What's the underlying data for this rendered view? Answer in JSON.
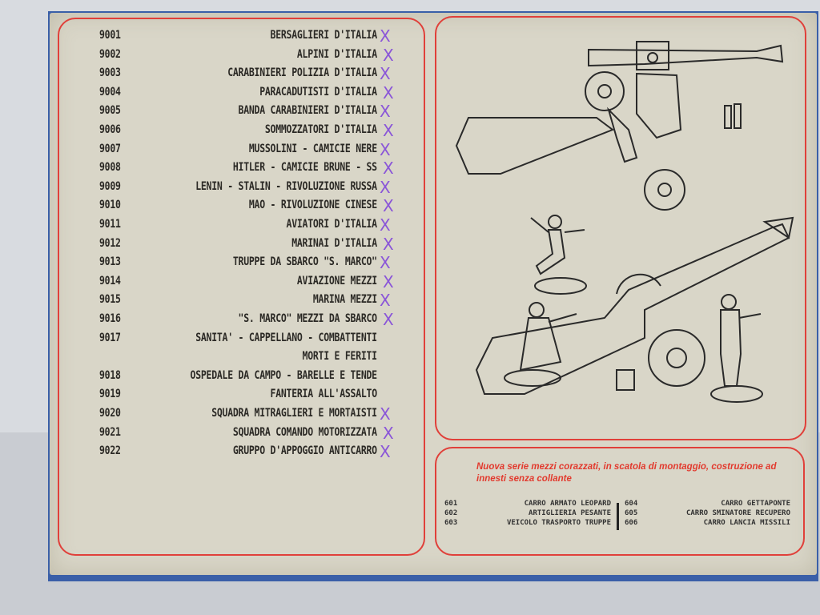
{
  "catalog": [
    {
      "code": "9001",
      "title": "BERSAGLIERI D'ITALIA",
      "marked": true
    },
    {
      "code": "9002",
      "title": "ALPINI D'ITALIA",
      "marked": true
    },
    {
      "code": "9003",
      "title": "CARABINIERI POLIZIA D'ITALIA",
      "marked": true
    },
    {
      "code": "9004",
      "title": "PARACADUTISTI D'ITALIA",
      "marked": true
    },
    {
      "code": "9005",
      "title": "BANDA CARABINIERI D'ITALIA",
      "marked": true
    },
    {
      "code": "9006",
      "title": "SOMMOZZATORI D'ITALIA",
      "marked": true
    },
    {
      "code": "9007",
      "title": "MUSSOLINI - CAMICIE NERE",
      "marked": true
    },
    {
      "code": "9008",
      "title": "HITLER - CAMICIE BRUNE - SS",
      "marked": true
    },
    {
      "code": "9009",
      "title": "LENIN - STALIN - RIVOLUZIONE RUSSA",
      "marked": true
    },
    {
      "code": "9010",
      "title": "MAO - RIVOLUZIONE CINESE",
      "marked": true
    },
    {
      "code": "9011",
      "title": "AVIATORI D'ITALIA",
      "marked": true
    },
    {
      "code": "9012",
      "title": "MARINAI D'ITALIA",
      "marked": true
    },
    {
      "code": "9013",
      "title": "TRUPPE DA SBARCO \"S. MARCO\"",
      "marked": true
    },
    {
      "code": "9014",
      "title": "AVIAZIONE MEZZI",
      "marked": true
    },
    {
      "code": "9015",
      "title": "MARINA MEZZI",
      "marked": true
    },
    {
      "code": "9016",
      "title": "\"S. MARCO\" MEZZI DA SBARCO",
      "marked": true
    },
    {
      "code": "9017",
      "title": "SANITA' - CAPPELLANO - COMBATTENTI",
      "marked": false
    },
    {
      "code": "",
      "title": "MORTI E FERITI",
      "marked": false
    },
    {
      "code": "9018",
      "title": "OSPEDALE DA CAMPO - BARELLE E TENDE",
      "marked": false
    },
    {
      "code": "9019",
      "title": "FANTERIA ALL'ASSALTO",
      "marked": false
    },
    {
      "code": "9020",
      "title": "SQUADRA MITRAGLIERI E MORTAISTI",
      "marked": true
    },
    {
      "code": "9021",
      "title": "SQUADRA COMANDO MOTORIZZATA",
      "marked": true
    },
    {
      "code": "9022",
      "title": "GRUPPO D'APPOGGIO ANTICARRO",
      "marked": true
    }
  ],
  "mark_glyph": "X",
  "promo": {
    "text": "Nuova serie mezzi corazzati, in scatola di montaggio, costruzione ad innesti senza collante",
    "items": [
      {
        "code": "601",
        "title": "CARRO ARMATO LEOPARD"
      },
      {
        "code": "602",
        "title": "ARTIGLIERIA PESANTE"
      },
      {
        "code": "603",
        "title": "VEICOLO TRASPORTO TRUPPE"
      },
      {
        "code": "604",
        "title": "CARRO GETTAPONTE"
      },
      {
        "code": "605",
        "title": "CARRO SMINATORE RECUPERO"
      },
      {
        "code": "606",
        "title": "CARRO LANCIA MISSILI"
      }
    ]
  },
  "colors": {
    "border": "#e0403a",
    "mark": "#8a55d8",
    "box": "#d9d6c8"
  }
}
